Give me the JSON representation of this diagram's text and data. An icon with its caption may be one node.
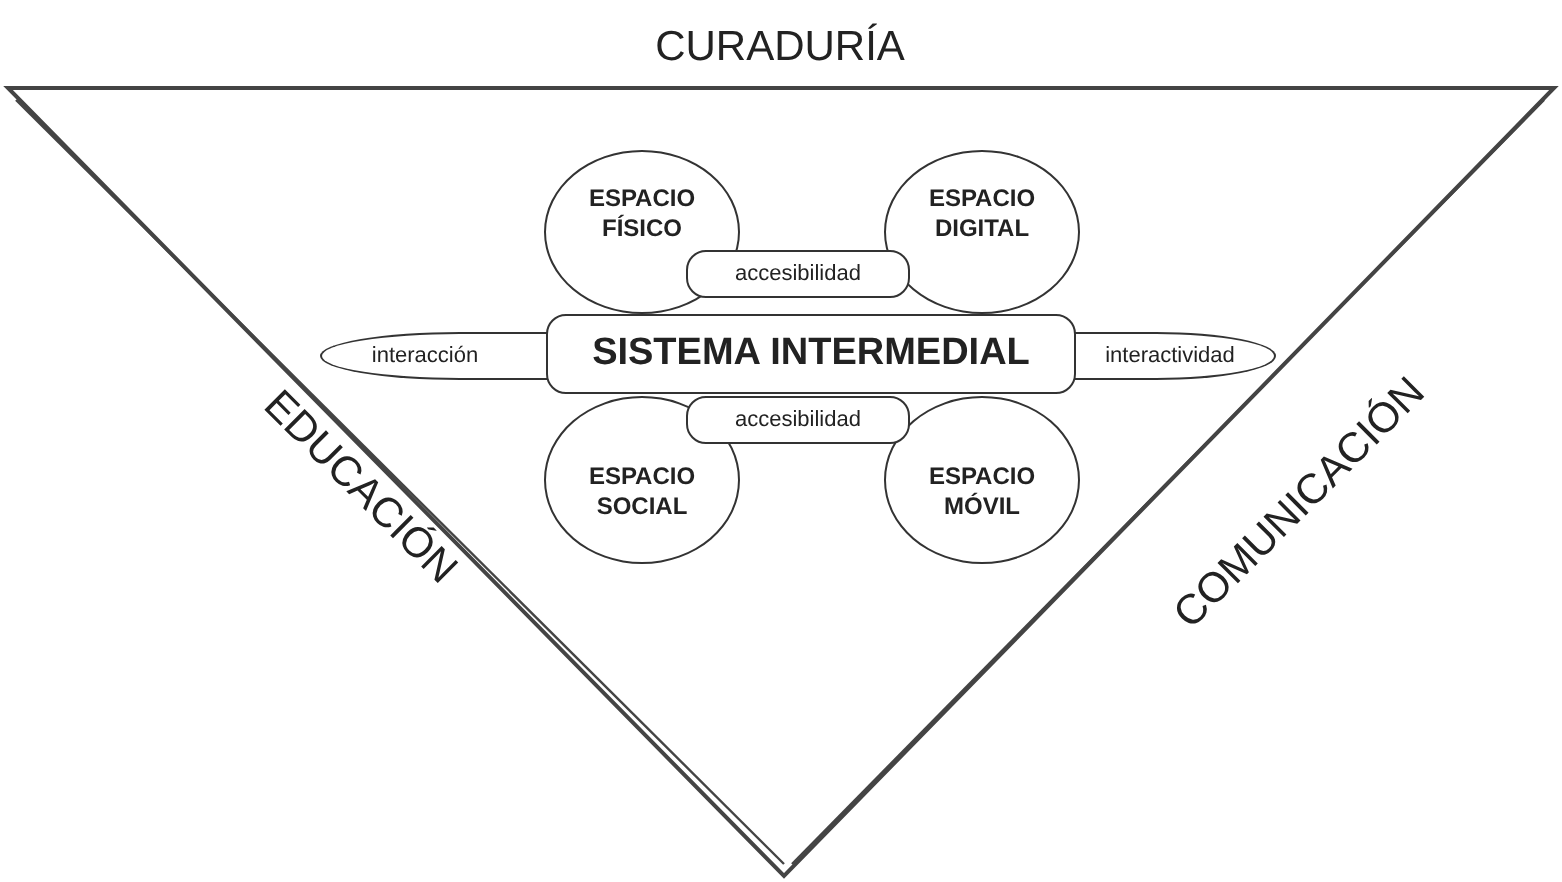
{
  "diagram": {
    "nodes": [
      {
        "text": [
          "ESPACIO FÍSICO"
        ]
      },
      {
        "text": [
          "ESPACIO DIGITAL"
        ]
      },
      {
        "text": [
          "accesibilidad"
        ]
      },
      {
        "text": [
          "interacción"
        ]
      },
      {
        "text": [
          "SISTEMA INTERMEDIAL"
        ]
      },
      {
        "text": [
          "interactividad"
        ]
      },
      {
        "text": [
          "accesibilidad"
        ]
      },
      {
        "text": [
          "ESPACIO SOCIAL"
        ]
      },
      {
        "text": [
          "ESPACIO MÓVIL"
        ]
      }
    ],
    "labels": [
      "CURADURÍA",
      "EDUCACIÓN",
      "COMUNICACIÓN"
    ]
  }
}
